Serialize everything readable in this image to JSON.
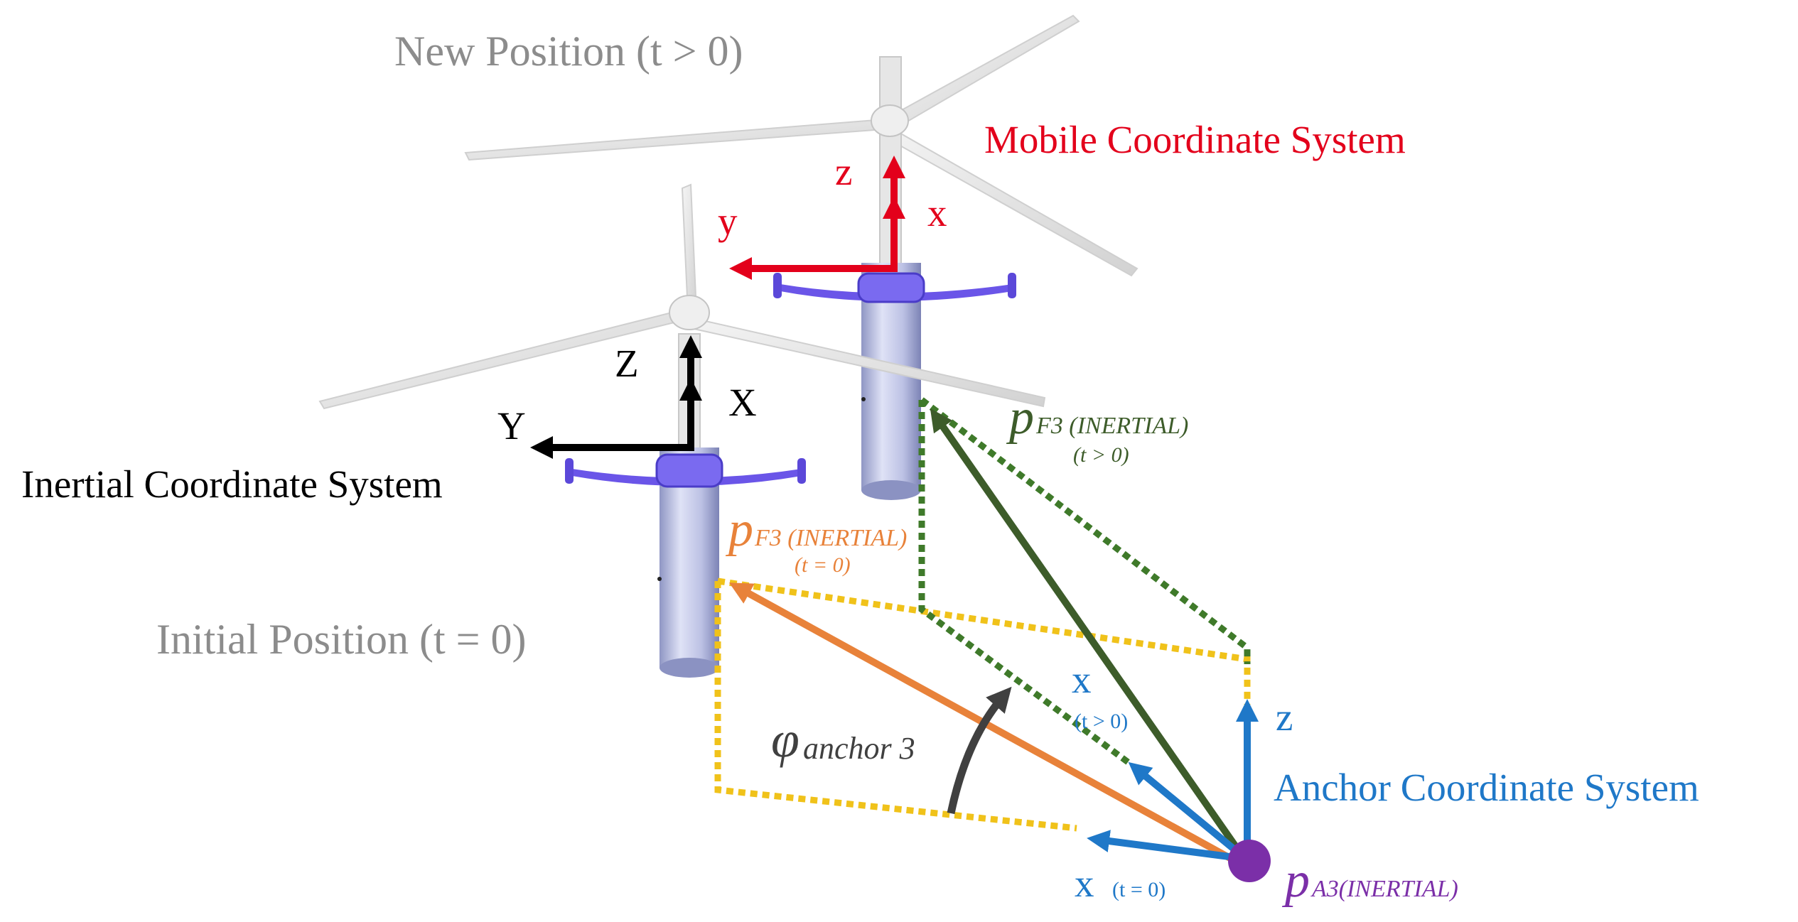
{
  "titles": {
    "new_position": "New Position (t > 0)",
    "initial_position": "Initial Position (t = 0)"
  },
  "mobile_cs": {
    "label": "Mobile Coordinate System",
    "axis_z": "z",
    "axis_y": "y",
    "axis_x": "x",
    "color": "#e3001b"
  },
  "inertial_cs": {
    "label": "Inertial Coordinate System",
    "axis_z": "Z",
    "axis_y": "Y",
    "axis_x": "X",
    "color": "#000000"
  },
  "anchor_cs": {
    "label": "Anchor Coordinate System",
    "axis_z": "z",
    "axis_x_t0": "x",
    "axis_x_t0_sub": "(t = 0)",
    "axis_x_t1": "x",
    "axis_x_t1_sub": "(t > 0)",
    "color": "#1f78c8"
  },
  "vectors": {
    "pf3_t1": {
      "main": "p",
      "sub": "F3 (INERTIAL)",
      "time": "(t > 0)",
      "color": "#3d5c2a"
    },
    "pf3_t0": {
      "main": "p",
      "sub": "F3 (INERTIAL)",
      "time": "(t = 0)",
      "color": "#e8823a"
    },
    "pa3": {
      "main": "p",
      "sub": "A3(INERTIAL)",
      "color": "#7b2fa8"
    }
  },
  "angle": {
    "main": "φ",
    "sub": "anchor 3",
    "color": "#404040"
  },
  "colors": {
    "tower": "#b9bfe6",
    "platform": "#6a55e8",
    "projection_yellow": "#f0c21a",
    "projection_green": "#3f7a2a",
    "title_gray": "#8c8c8c"
  }
}
